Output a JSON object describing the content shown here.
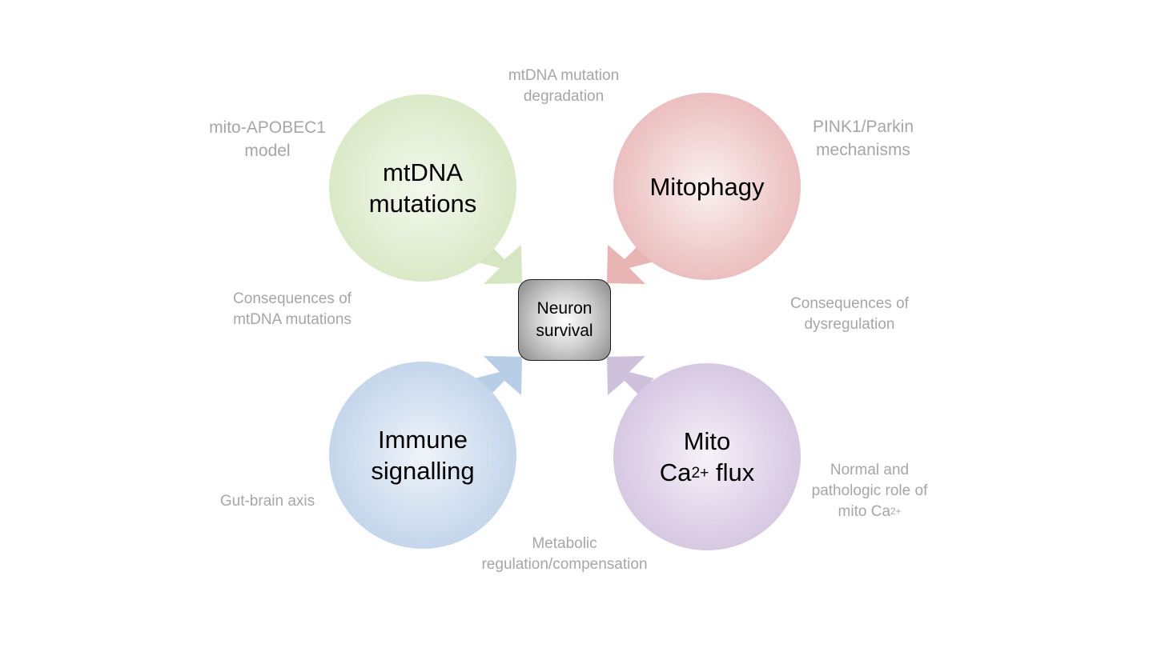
{
  "center": {
    "line1": "Neuron",
    "line2": "survival"
  },
  "circles": {
    "mtdna": {
      "line1": "mtDNA",
      "line2": "mutations",
      "color": "#cfe2b6"
    },
    "mitophagy": {
      "line1": "Mitophagy",
      "color": "#e5abab"
    },
    "immune": {
      "line1": "Immune",
      "line2": "signalling",
      "color": "#b5cbe6"
    },
    "calcium": {
      "line1": "Mito",
      "line2_pre": "Ca",
      "line2_sup": "2+",
      "line2_post": " flux",
      "color": "#cbb9d9"
    }
  },
  "labels": {
    "apobec": {
      "line1": "mito-APOBEC1",
      "line2": "model"
    },
    "degradation": {
      "line1": "mtDNA mutation",
      "line2": "degradation"
    },
    "pink1": {
      "line1": "PINK1/Parkin",
      "line2": "mechanisms"
    },
    "consequences_mtdna": {
      "line1": "Consequences of",
      "line2": "mtDNA mutations"
    },
    "dysregulation": {
      "line1": "Consequences of",
      "line2": "dysregulation"
    },
    "gut_brain": {
      "line1": "Gut-brain axis"
    },
    "metabolic": {
      "line1": "Metabolic",
      "line2": "regulation/compensation"
    },
    "calcium_role": {
      "line1": "Normal and",
      "line2": "pathologic role of",
      "line3_pre": "mito Ca",
      "line3_sup": "2+"
    }
  },
  "colors": {
    "label_gray": "#a6a6a6",
    "arrow_green": "#d6e6c2",
    "arrow_red": "#e8b4b4",
    "arrow_blue": "#b8cde6",
    "arrow_purple": "#cfc0dc"
  }
}
